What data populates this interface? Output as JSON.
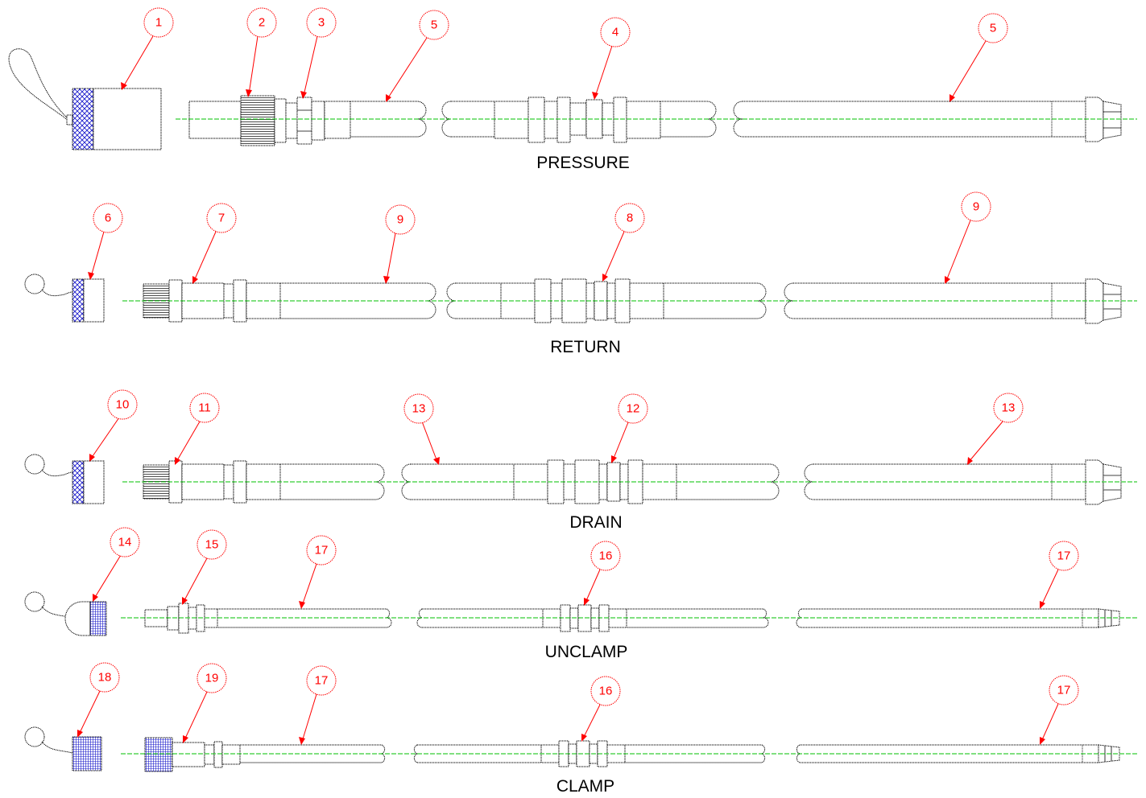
{
  "colors": {
    "outline": "#000000",
    "centerline": "#00c000",
    "balloon": "#ff0000",
    "cap_hatch": "#1a1acc"
  },
  "rows": [
    {
      "id": "pressure",
      "label": "PRESSURE",
      "balloons": [
        "1",
        "2",
        "3",
        "5",
        "4",
        "5"
      ]
    },
    {
      "id": "return",
      "label": "RETURN",
      "balloons": [
        "6",
        "7",
        "9",
        "8",
        "9"
      ]
    },
    {
      "id": "drain",
      "label": "DRAIN",
      "balloons": [
        "10",
        "11",
        "13",
        "12",
        "13"
      ]
    },
    {
      "id": "unclamp",
      "label": "UNCLAMP",
      "balloons": [
        "14",
        "15",
        "17",
        "16",
        "17"
      ]
    },
    {
      "id": "clamp",
      "label": "CLAMP",
      "balloons": [
        "18",
        "19",
        "17",
        "16",
        "17"
      ]
    }
  ]
}
